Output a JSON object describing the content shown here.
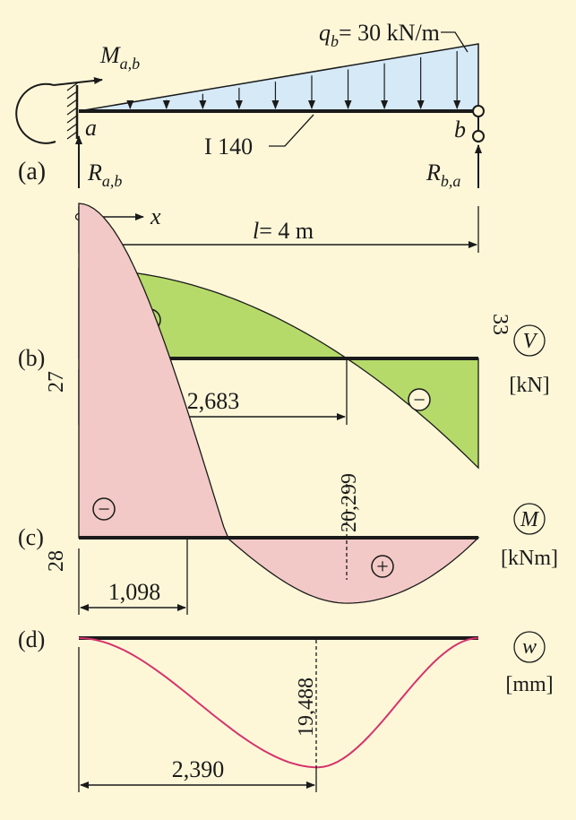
{
  "colors": {
    "background": "#fdf7d8",
    "load_fill": "#d5e9f7",
    "shear_fill": "#b5da6a",
    "moment_fill": "#f2c9c6",
    "deflection_curve": "#d6336c",
    "axis": "#1a1a1a"
  },
  "beam": {
    "moment_label": "M",
    "moment_sub": "a,b",
    "support_a_label": "a",
    "support_b_label": "b",
    "load_label_q": "q",
    "load_label_sub": "b",
    "load_label_value": "= 30 kN/m",
    "section_label": "I 140",
    "reaction_a_label": "R",
    "reaction_a_sub": "a,b",
    "reaction_b_label": "R",
    "reaction_b_sub": "b,a",
    "axis_x_label": "x",
    "length_l": "l",
    "length_value": "= 4 m",
    "panel_label": "(a)"
  },
  "shear": {
    "panel_label": "(b)",
    "symbol": "V",
    "unit": "[kN]",
    "left_value": "27",
    "right_value": "33",
    "zero_dim": "2,683",
    "plus_sign": "+",
    "minus_sign": "−"
  },
  "moment": {
    "panel_label": "(c)",
    "symbol": "M",
    "unit": "[kNm]",
    "left_value": "28",
    "max_value": "20,299",
    "zero_dim": "1,098",
    "plus_sign": "+",
    "minus_sign": "−"
  },
  "deflection": {
    "panel_label": "(d)",
    "symbol": "w",
    "unit": "[mm]",
    "max_value": "19,488",
    "max_dim": "2,390"
  },
  "chart_data": {
    "type": "line",
    "x_range": [
      0,
      4
    ],
    "length": 4,
    "load": {
      "q_b": 30,
      "distribution": "linear from 0 at a to q_b at b"
    },
    "shear": {
      "left": 27,
      "right": -33,
      "zero_x": 2.683
    },
    "moment": {
      "at_a": -28,
      "zero_x": 1.098,
      "max": 20.299,
      "max_x": 2.683,
      "at_b": 0
    },
    "deflection": {
      "max": 19.488,
      "max_x": 2.39
    }
  }
}
